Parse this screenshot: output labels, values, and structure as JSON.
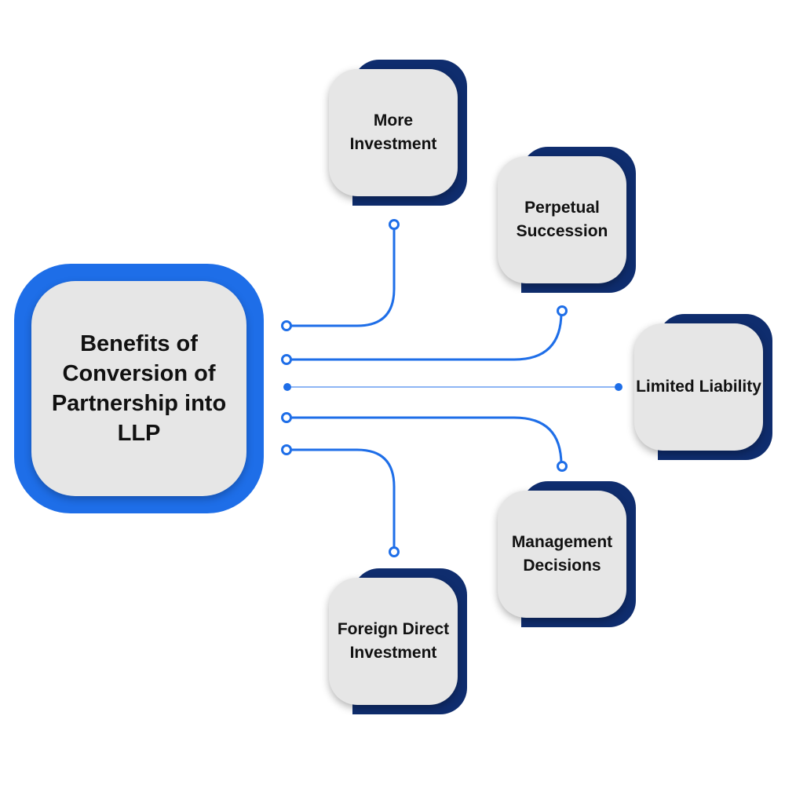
{
  "center": {
    "title": "Benefits of Conversion of Partnership into LLP"
  },
  "benefits": [
    {
      "label": "More Investment"
    },
    {
      "label": "Perpetual Succession"
    },
    {
      "label": "Limited Liability"
    },
    {
      "label": "Management Decisions"
    },
    {
      "label": "Foreign Direct Investment"
    }
  ],
  "colors": {
    "accent_blue": "#1e6ee8",
    "navy": "#0f2d6e",
    "card_fill": "#e6e6e6"
  }
}
